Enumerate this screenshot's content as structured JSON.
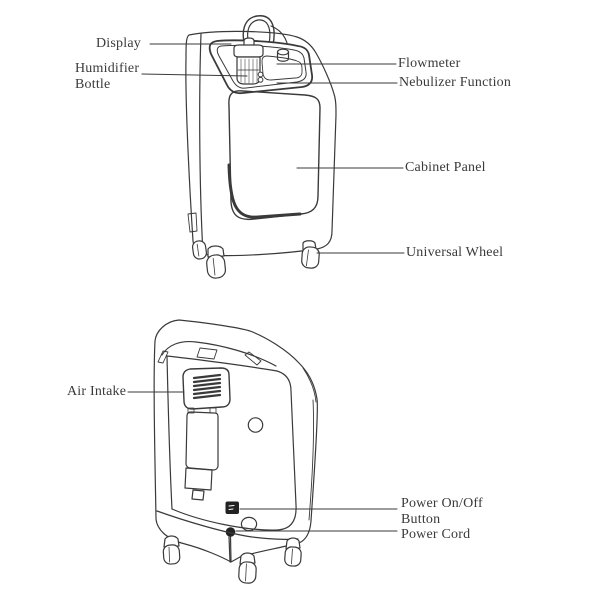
{
  "front_view": {
    "name": "front-view",
    "labels": {
      "display": "Display",
      "humidifier_bottle": "Humidifier\nBottle",
      "flowmeter": "Flowmeter",
      "nebulizer_function": "Nebulizer Function",
      "cabinet_panel": "Cabinet Panel",
      "universal_wheel": "Universal Wheel"
    }
  },
  "back_view": {
    "name": "back-view",
    "labels": {
      "air_intake": "Air Intake",
      "power_on_off_button": "Power On/Off\nButton",
      "power_cord": "Power Cord"
    }
  },
  "style": {
    "line_color": "#3a3a3a",
    "background": "#ffffff"
  }
}
